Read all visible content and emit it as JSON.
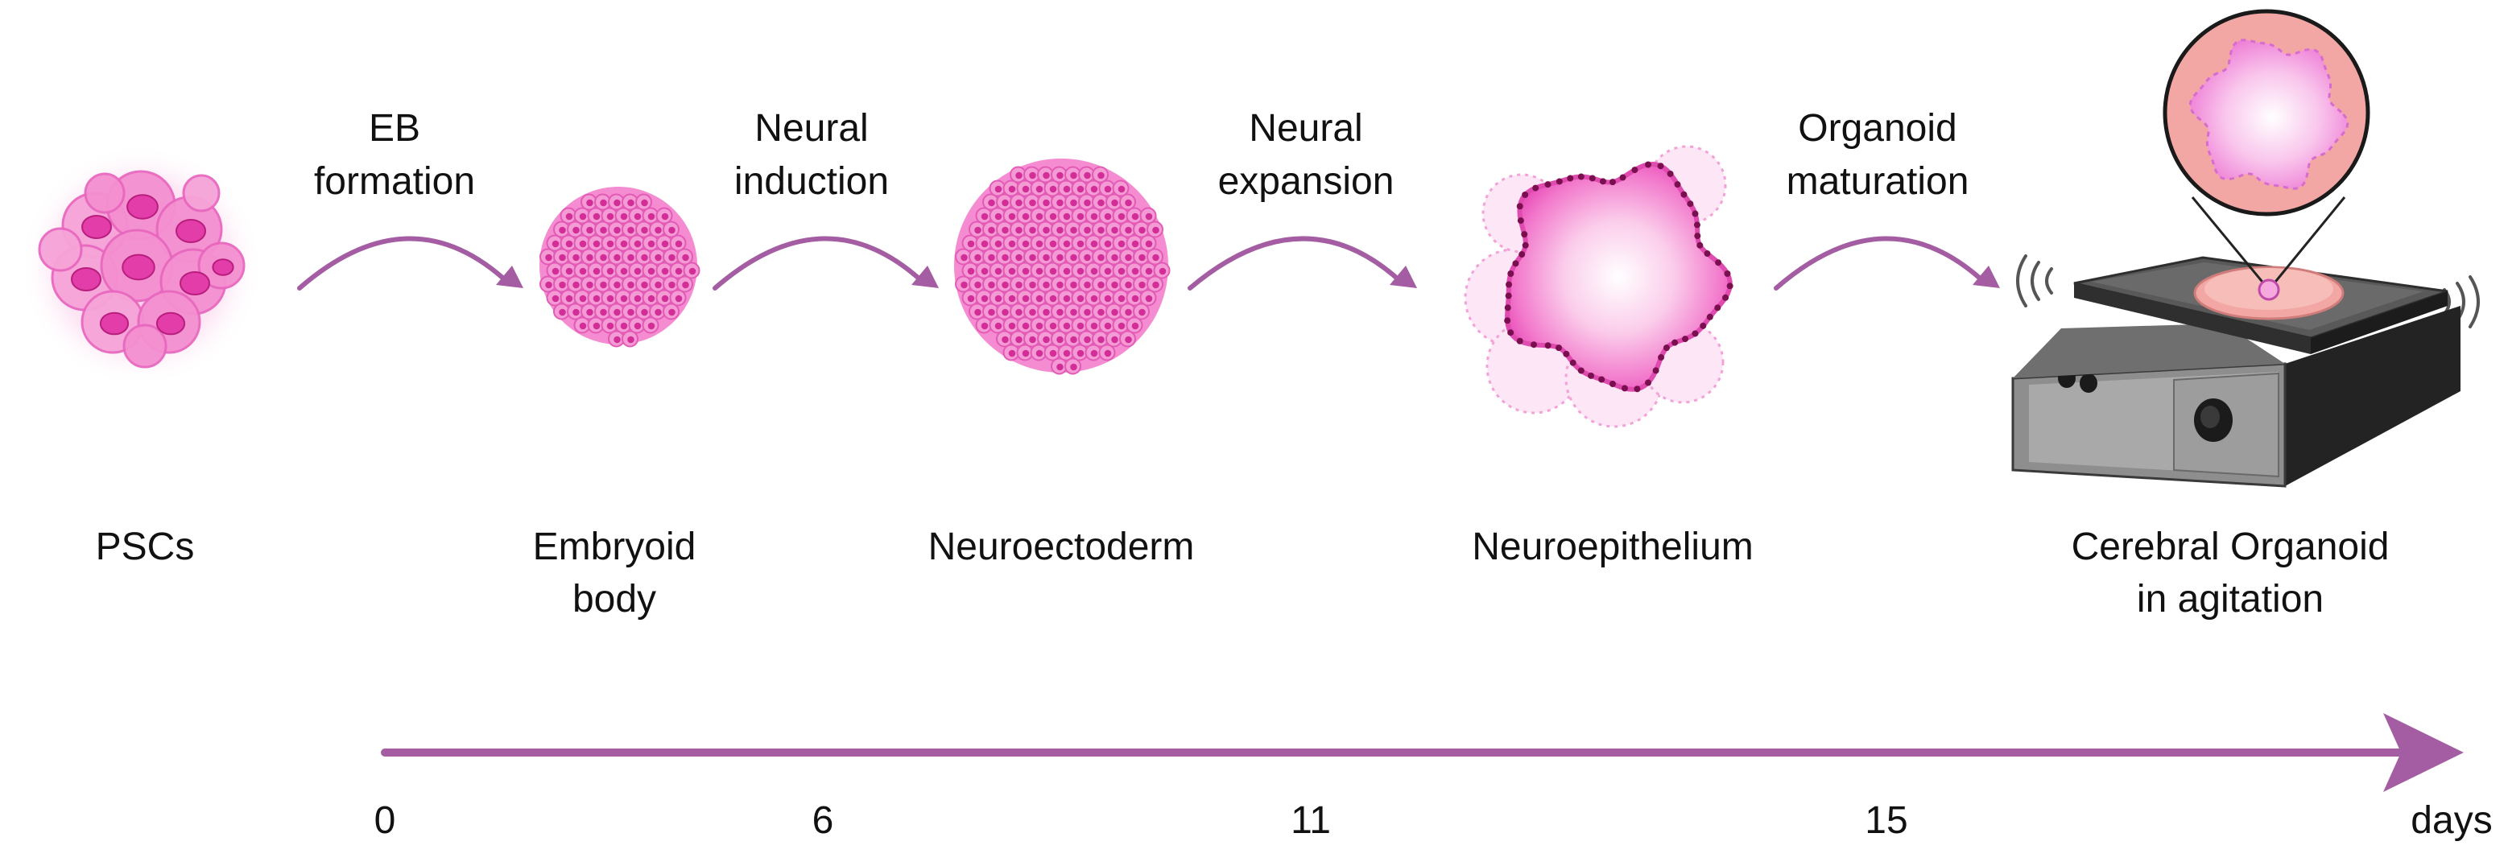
{
  "colors": {
    "arrow": "#A45DA2",
    "cell_fill": "#F07CC8",
    "cell_light": "#FBC6E8",
    "nucleus": "#E23DA8",
    "neuro_dot": "#7A0F50",
    "device_dark": "#3A3A3A",
    "device_light": "#9A9A9A",
    "dish": "#F2A7A5"
  },
  "stages": [
    {
      "label_line1": "PSCs",
      "label_line2": "",
      "icon": "psc-cluster-icon"
    },
    {
      "label_line1": "Embryoid",
      "label_line2": "body",
      "icon": "embryoid-body-icon"
    },
    {
      "label_line1": "Neuroectoderm",
      "label_line2": "",
      "icon": "neuroectoderm-icon"
    },
    {
      "label_line1": "Neuroepithelium",
      "label_line2": "",
      "icon": "neuroepithelium-icon"
    },
    {
      "label_line1": "Cerebral Organoid",
      "label_line2": "in agitation",
      "icon": "orbital-shaker-icon"
    }
  ],
  "steps": [
    {
      "line1": "EB",
      "line2": "formation"
    },
    {
      "line1": "Neural",
      "line2": "induction"
    },
    {
      "line1": "Neural",
      "line2": "expansion"
    },
    {
      "line1": "Organoid",
      "line2": "maturation"
    }
  ],
  "timeline": {
    "ticks": [
      "0",
      "6",
      "11",
      "15"
    ],
    "unit": "days"
  }
}
